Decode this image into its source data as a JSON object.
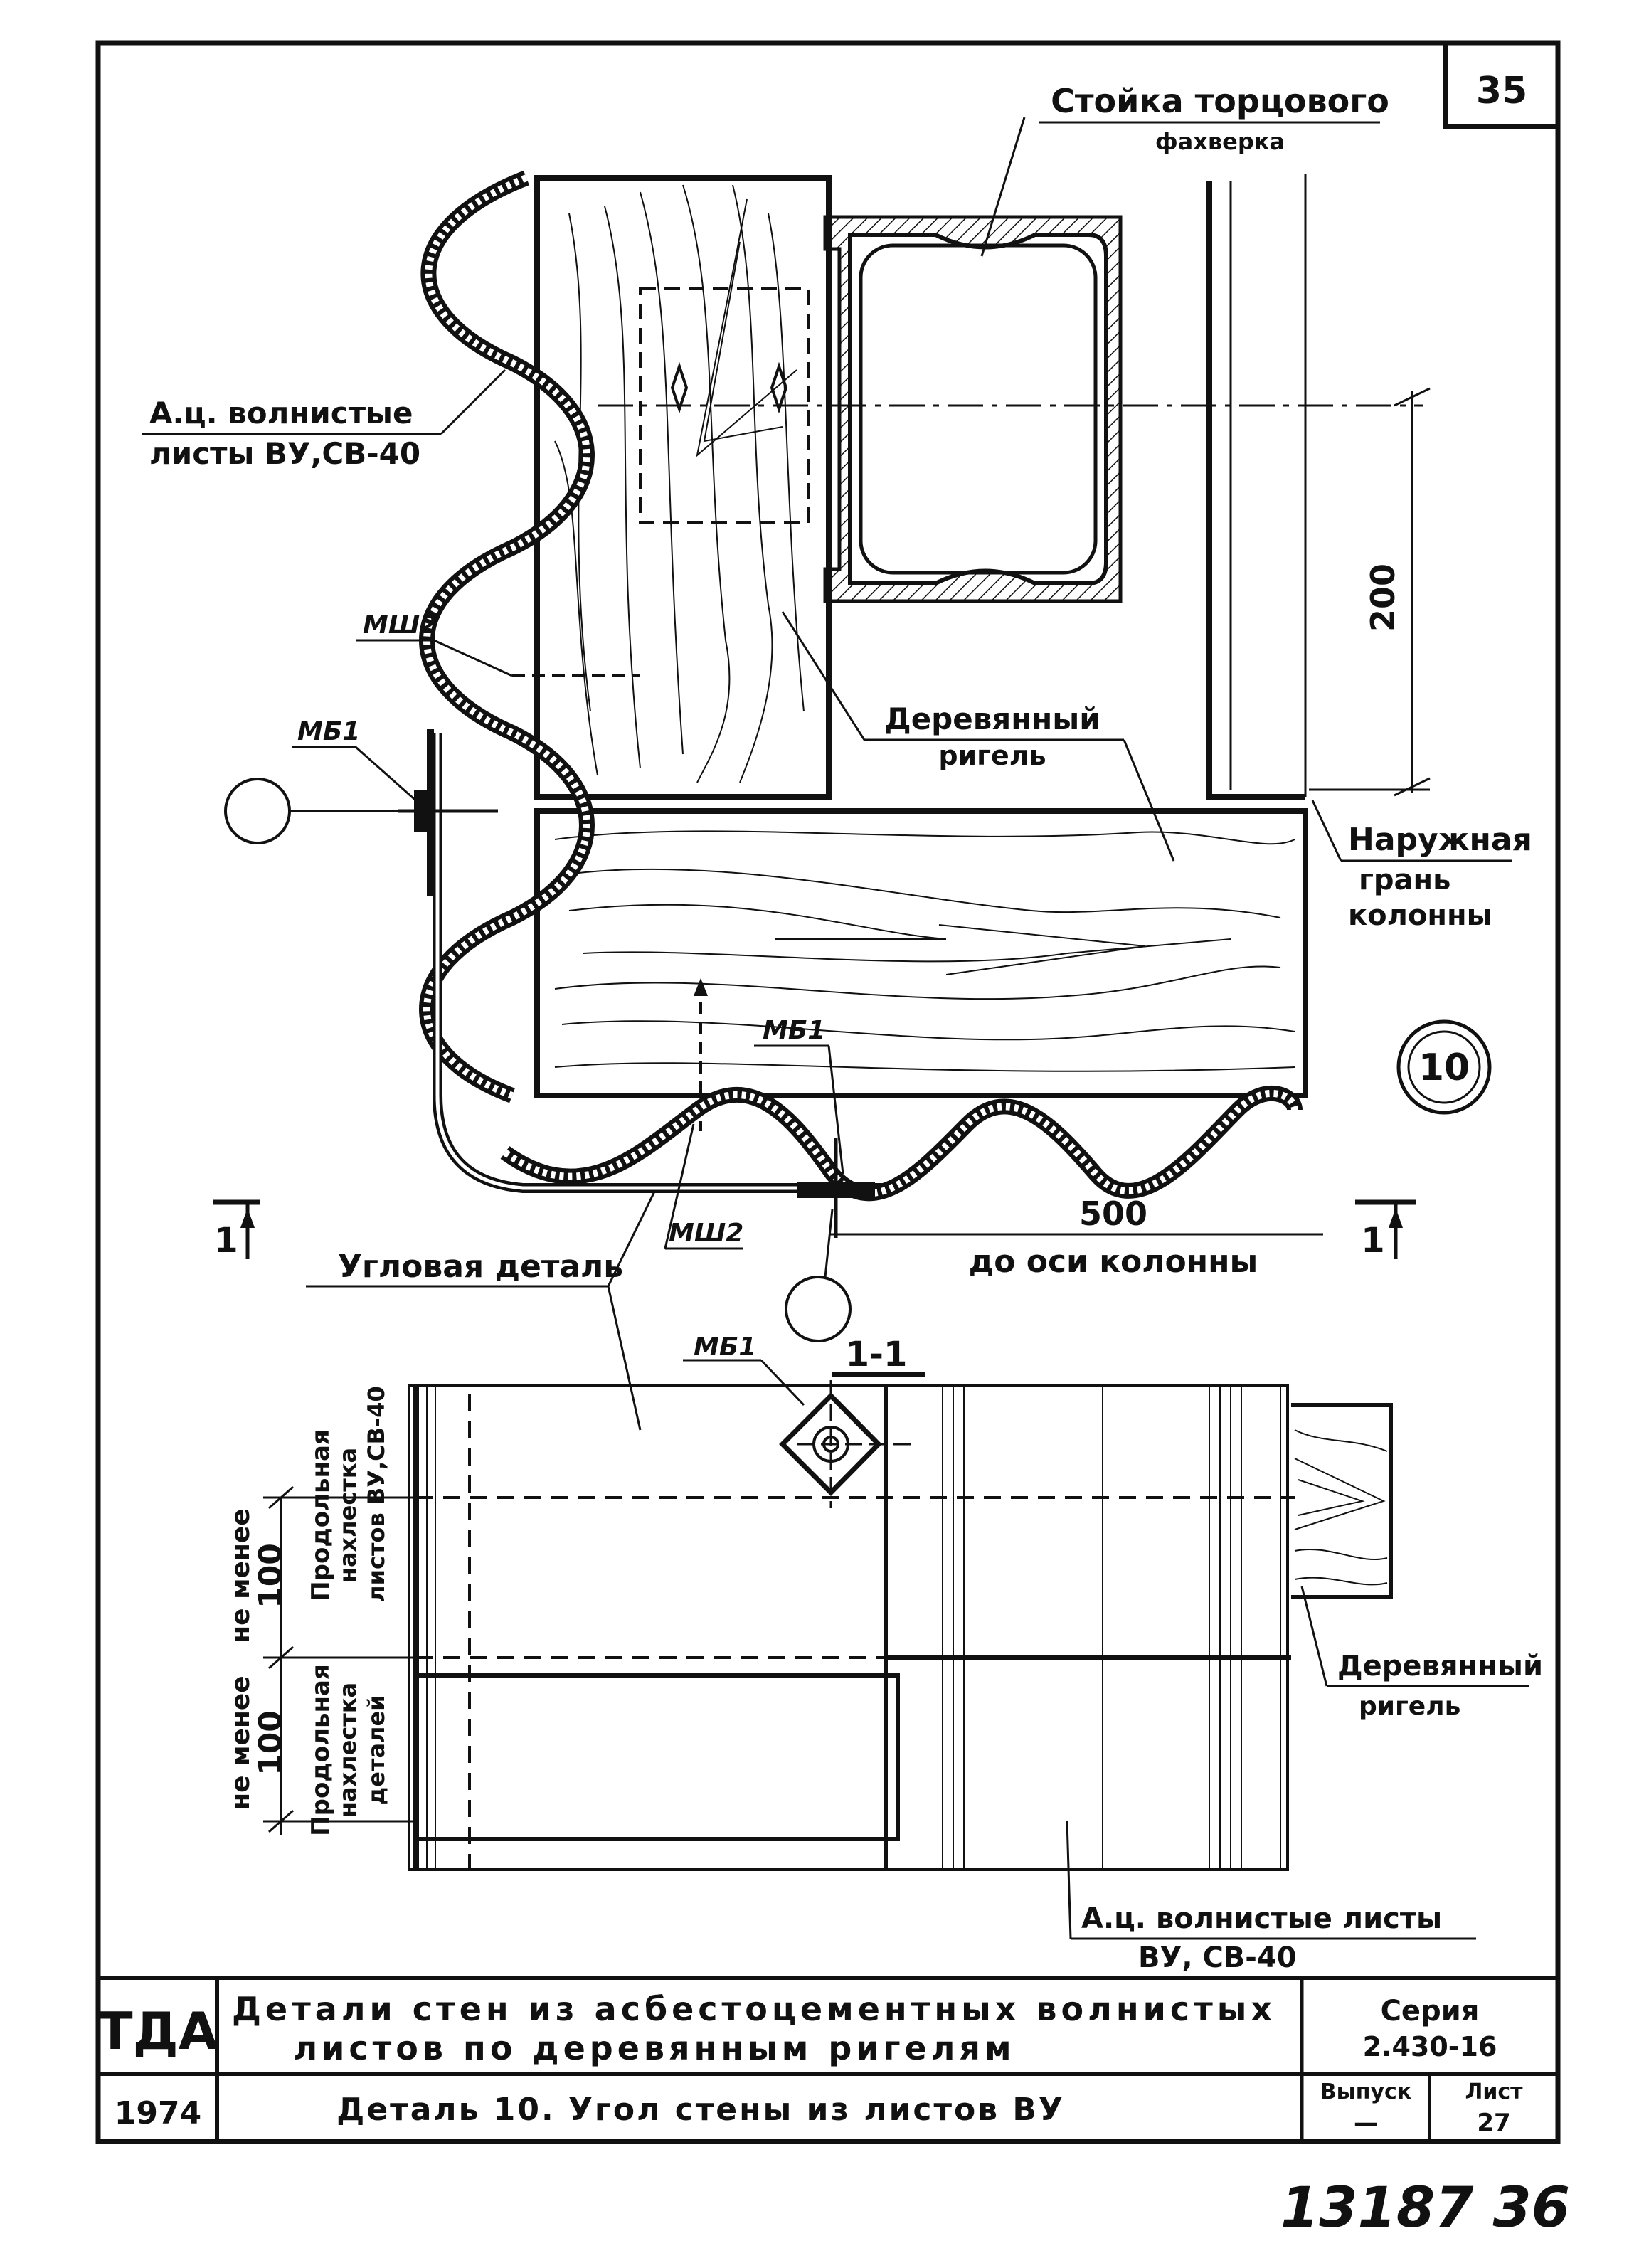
{
  "sheet": {
    "corner_number": "35",
    "handwritten_number": "13187 36"
  },
  "callouts": {
    "post": [
      "Стойка торцового",
      "фахверка"
    ],
    "sheets_top": [
      "А.ц. волнистые",
      "листы ВУ,СВ-40"
    ],
    "msh2_a": "МШ2",
    "mb1_a": "МБ1",
    "rigel_a": [
      "Деревянный",
      "ригель"
    ],
    "outer_face": [
      "Наружная",
      "грань",
      "колонны"
    ],
    "detail_no": "10",
    "mb1_b": "МБ1",
    "msh2_b": "МШ2",
    "section_mark": "1",
    "dim_200": "200",
    "dim_500": "500",
    "to_axis": "до оси колонны",
    "corner_piece": "Угловая деталь",
    "mb1_c": "МБ1",
    "section_title": "1-1",
    "lap_sheets": [
      "Продольная",
      "нахлестка",
      "листов ВУ,СВ-40"
    ],
    "lap_details": [
      "Продольная",
      "нахлестка",
      "деталей"
    ],
    "not_less": "не менее",
    "dim_100": "100",
    "rigel_b": [
      "Деревянный",
      "ригель"
    ],
    "sheets_bottom": [
      "А.ц. волнистые листы",
      "ВУ, СВ-40"
    ]
  },
  "title_block": {
    "org": "ТДА",
    "year": "1974",
    "title_line1": "Детали стен из асбестоцементных волнистых",
    "title_line2": "листов по деревянным ригелям",
    "subtitle": "Деталь 10. Угол стены из листов ВУ",
    "series_label": "Серия",
    "series_value": "2.430-16",
    "issue_label": "Выпуск",
    "issue_value": "—",
    "sheet_label": "Лист",
    "sheet_value": "27"
  }
}
